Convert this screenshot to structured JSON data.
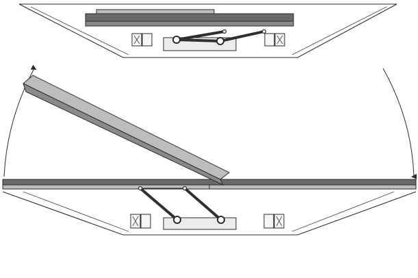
{
  "diagram": {
    "views": [
      {
        "id": "top",
        "state": "closed"
      },
      {
        "id": "bottom",
        "state": "opened"
      }
    ]
  }
}
